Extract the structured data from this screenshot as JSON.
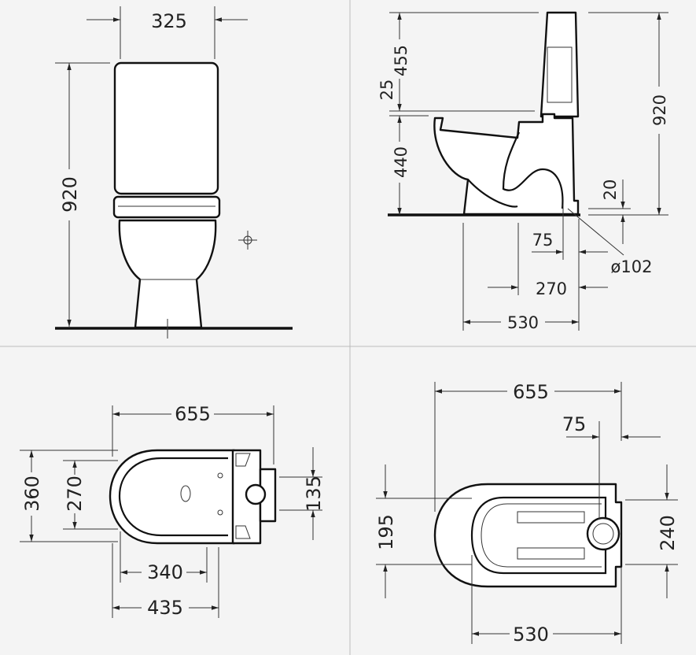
{
  "front_view": {
    "width": "325",
    "height": "920"
  },
  "side_view": {
    "tank_height": "455",
    "gap": "25",
    "seat_height": "440",
    "total_height": "920",
    "outlet_height": "20",
    "outlet_offset": "75",
    "outlet_diameter": "ø102",
    "outlet_distance": "270",
    "depth": "530"
  },
  "top_view_left": {
    "length": "655",
    "width": "360",
    "inner_width": "270",
    "tank_width": "135",
    "fixing_distance": "340",
    "base_length": "435"
  },
  "top_view_right": {
    "length": "655",
    "outlet_offset": "75",
    "width_a": "195",
    "width_b": "240",
    "base_length": "530"
  },
  "colors": {
    "background": "#f4f4f4",
    "line": "#111111"
  }
}
